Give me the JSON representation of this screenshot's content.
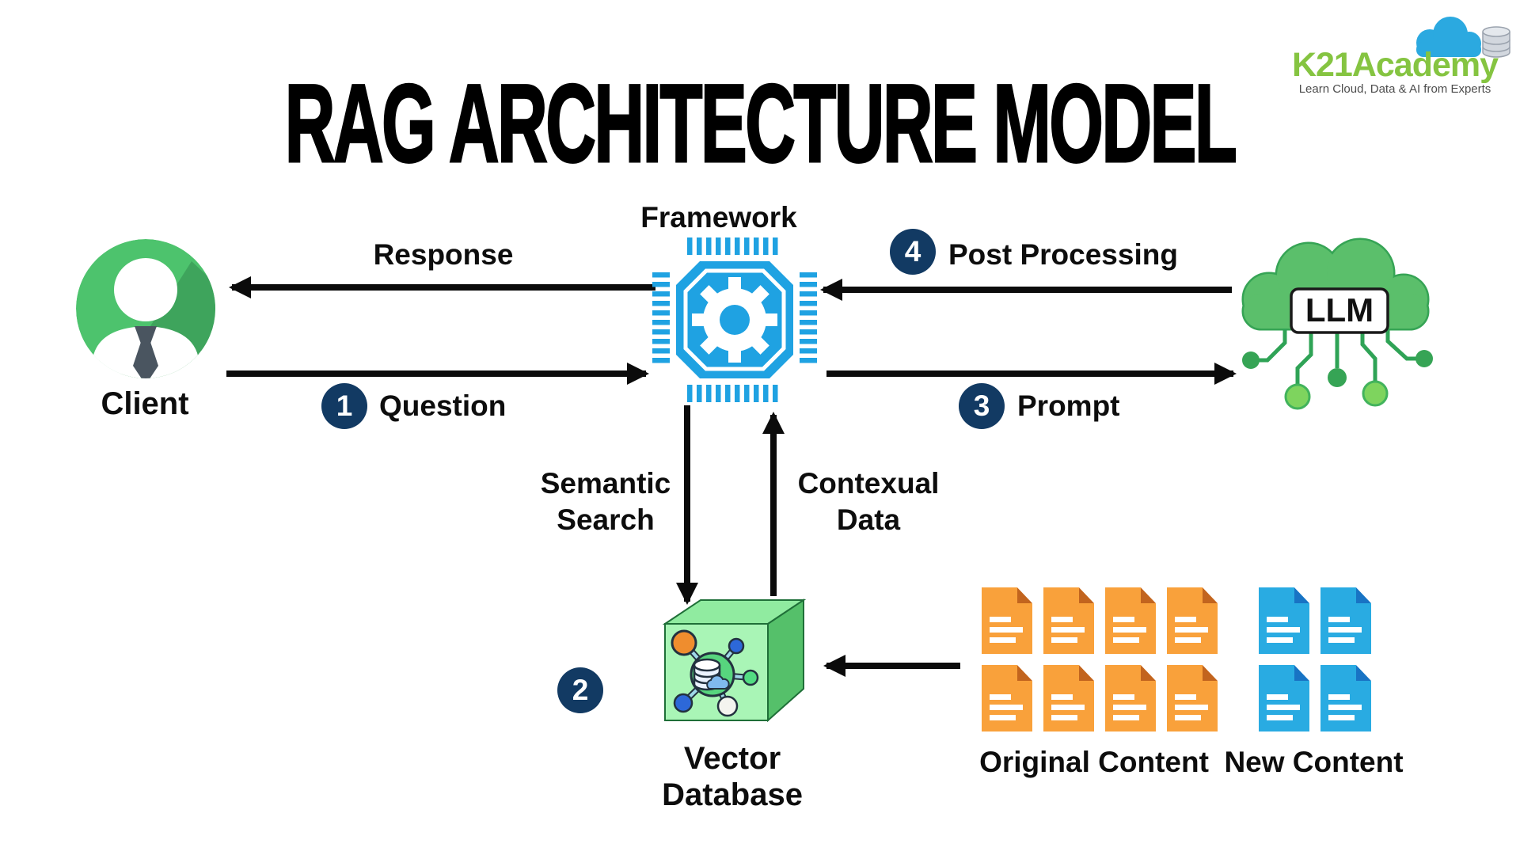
{
  "title": "RAG ARCHITECTURE MODEL",
  "logo": {
    "brand": "K21Academy",
    "tagline": "Learn Cloud, Data & AI from Experts"
  },
  "nodes": {
    "client": {
      "label": "Client"
    },
    "framework": {
      "label": "Framework"
    },
    "llm": {
      "label": "LLM"
    },
    "vector_database": {
      "line1": "Vector",
      "line2": "Database"
    },
    "original_content": {
      "label": "Original Content",
      "doc_count": 8
    },
    "new_content": {
      "label": "New Content",
      "doc_count": 4
    }
  },
  "edges": {
    "response": {
      "label": "Response"
    },
    "question": {
      "step": "1",
      "label": "Question"
    },
    "ingest": {
      "step": "2"
    },
    "prompt": {
      "step": "3",
      "label": "Prompt"
    },
    "post_processing": {
      "step": "4",
      "label": "Post Processing"
    },
    "semantic_search": {
      "line1": "Semantic",
      "line2": "Search"
    },
    "contextual_data": {
      "line1": "Contexual",
      "line2": "Data"
    }
  },
  "icons": {
    "client": "person-avatar-icon",
    "framework": "cpu-chip-gear-icon",
    "llm": "cloud-circuit-icon",
    "vector_database": "molecule-cube-icon",
    "documents": "document-icon",
    "logo": "cloud-database-icon"
  },
  "colors": {
    "badge_navy": "#123A63",
    "chip_blue": "#1FA2E2",
    "client_green": "#4DC36D",
    "client_green_shadow": "#3EA45C",
    "cloud_green": "#5BBF6B",
    "cloud_green_outline": "#36A455",
    "cube_front": "#A9F5B6",
    "cube_top": "#90EBA0",
    "cube_side": "#55C06A",
    "doc_orange": "#F9A13B",
    "doc_orange_fold": "#C2641E",
    "doc_blue": "#29ABE2",
    "doc_blue_fold": "#1873C4",
    "logo_green": "#85C441",
    "logo_cloud_blue": "#2BA9E0",
    "arrow_black": "#0b0b0b"
  }
}
